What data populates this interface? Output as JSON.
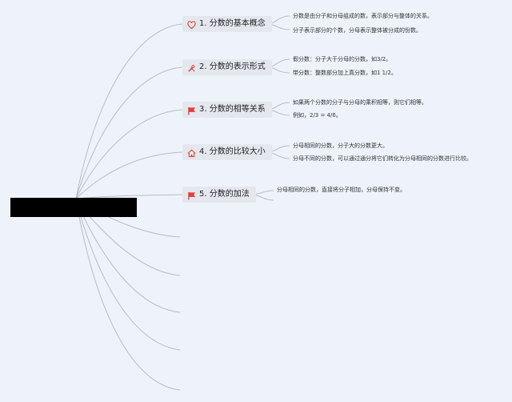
{
  "topics": [
    {
      "icon": "heart-icon",
      "label": "1. 分数的基本概念",
      "notes": [
        "分数是由分子和分母组成的数，表示部分与整体的关系。",
        "分子表示部分的个数，分母表示整体被分成的份数。"
      ]
    },
    {
      "icon": "tools-icon",
      "label": "2. 分数的表示形式",
      "notes": [
        "假分数：分子大于分母的分数，如3/2。",
        "带分数：整数部分加上真分数，如1 1/2。"
      ]
    },
    {
      "icon": "flag-icon",
      "label": "3. 分数的相等关系",
      "notes": [
        "如果两个分数的分子与分母的乘积相等，则它们相等。",
        "例如，2/3 = 4/6。"
      ]
    },
    {
      "icon": "home-icon",
      "label": "4. 分数的比较大小",
      "notes": [
        "分母相同的分数，分子大的分数更大。",
        "分母不同的分数，可以通过通分将它们转化为分母相同的分数进行比较。"
      ]
    },
    {
      "icon": "flag-icon",
      "label": "5. 分数的加法",
      "notes": [
        "分母相同的分数，直接将分子相加，分母保持不变。"
      ]
    }
  ],
  "colors": {
    "accent": "#e0403a",
    "line": "#b8bcc4",
    "background": "#eef3fb"
  }
}
